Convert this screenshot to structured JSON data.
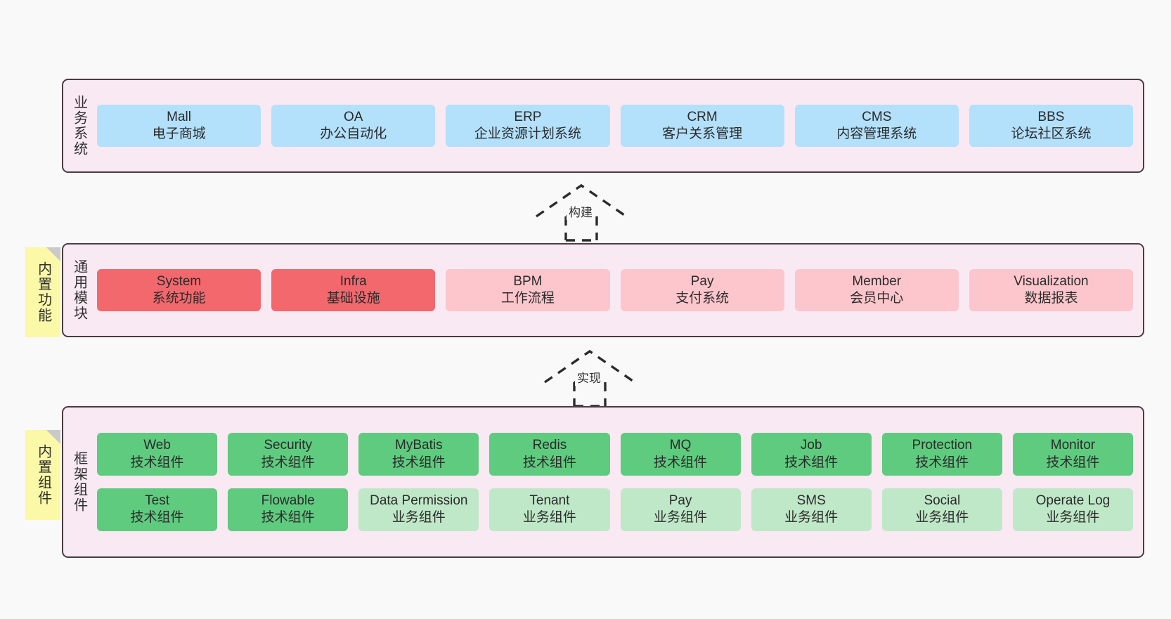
{
  "diagram": {
    "title_not_shown": "",
    "colors": {
      "page_background": "#f9f9f9",
      "layer_background": "#f9e9f3",
      "layer_border": "#4a3c44",
      "note_background": "#fbf8a8",
      "note_fold": "#c9c9c9",
      "business_card": "#b3e0fb",
      "module_card_strong": "#f2686d",
      "module_card_soft": "#fcc6cc",
      "framework_tech_card": "#5fcb7f",
      "framework_biz_card": "#bfe8c8",
      "text": "#2b2b2b"
    }
  },
  "layers": {
    "business": {
      "label": "业务系统",
      "cards": [
        {
          "en": "Mall",
          "cn": "电子商城"
        },
        {
          "en": "OA",
          "cn": "办公自动化"
        },
        {
          "en": "ERP",
          "cn": "企业资源计划系统"
        },
        {
          "en": "CRM",
          "cn": "客户关系管理"
        },
        {
          "en": "CMS",
          "cn": "内容管理系统"
        },
        {
          "en": "BBS",
          "cn": "论坛社区系统"
        }
      ]
    },
    "module": {
      "label": "通用模块",
      "note": "内置功能",
      "cards": [
        {
          "en": "System",
          "cn": "系统功能",
          "tone": "strong"
        },
        {
          "en": "Infra",
          "cn": "基础设施",
          "tone": "strong"
        },
        {
          "en": "BPM",
          "cn": "工作流程",
          "tone": "soft"
        },
        {
          "en": "Pay",
          "cn": "支付系统",
          "tone": "soft"
        },
        {
          "en": "Member",
          "cn": "会员中心",
          "tone": "soft"
        },
        {
          "en": "Visualization",
          "cn": "数据报表",
          "tone": "soft"
        }
      ]
    },
    "framework": {
      "label": "框架组件",
      "note": "内置组件",
      "row1": [
        {
          "en": "Web",
          "cn": "技术组件"
        },
        {
          "en": "Security",
          "cn": "技术组件"
        },
        {
          "en": "MyBatis",
          "cn": "技术组件"
        },
        {
          "en": "Redis",
          "cn": "技术组件"
        },
        {
          "en": "MQ",
          "cn": "技术组件"
        },
        {
          "en": "Job",
          "cn": "技术组件"
        },
        {
          "en": "Protection",
          "cn": "技术组件"
        },
        {
          "en": "Monitor",
          "cn": "技术组件"
        }
      ],
      "row2": [
        {
          "en": "Test",
          "cn": "技术组件",
          "tone": "tech"
        },
        {
          "en": "Flowable",
          "cn": "技术组件",
          "tone": "tech"
        },
        {
          "en": "Data Permission",
          "cn": "业务组件",
          "tone": "biz"
        },
        {
          "en": "Tenant",
          "cn": "业务组件",
          "tone": "biz"
        },
        {
          "en": "Pay",
          "cn": "业务组件",
          "tone": "biz"
        },
        {
          "en": "SMS",
          "cn": "业务组件",
          "tone": "biz"
        },
        {
          "en": "Social",
          "cn": "业务组件",
          "tone": "biz"
        },
        {
          "en": "Operate Log",
          "cn": "业务组件",
          "tone": "biz"
        }
      ]
    }
  },
  "connectors": [
    {
      "label": "构建",
      "from": "通用模块",
      "to": "业务系统"
    },
    {
      "label": "实现",
      "from": "框架组件",
      "to": "通用模块"
    }
  ]
}
